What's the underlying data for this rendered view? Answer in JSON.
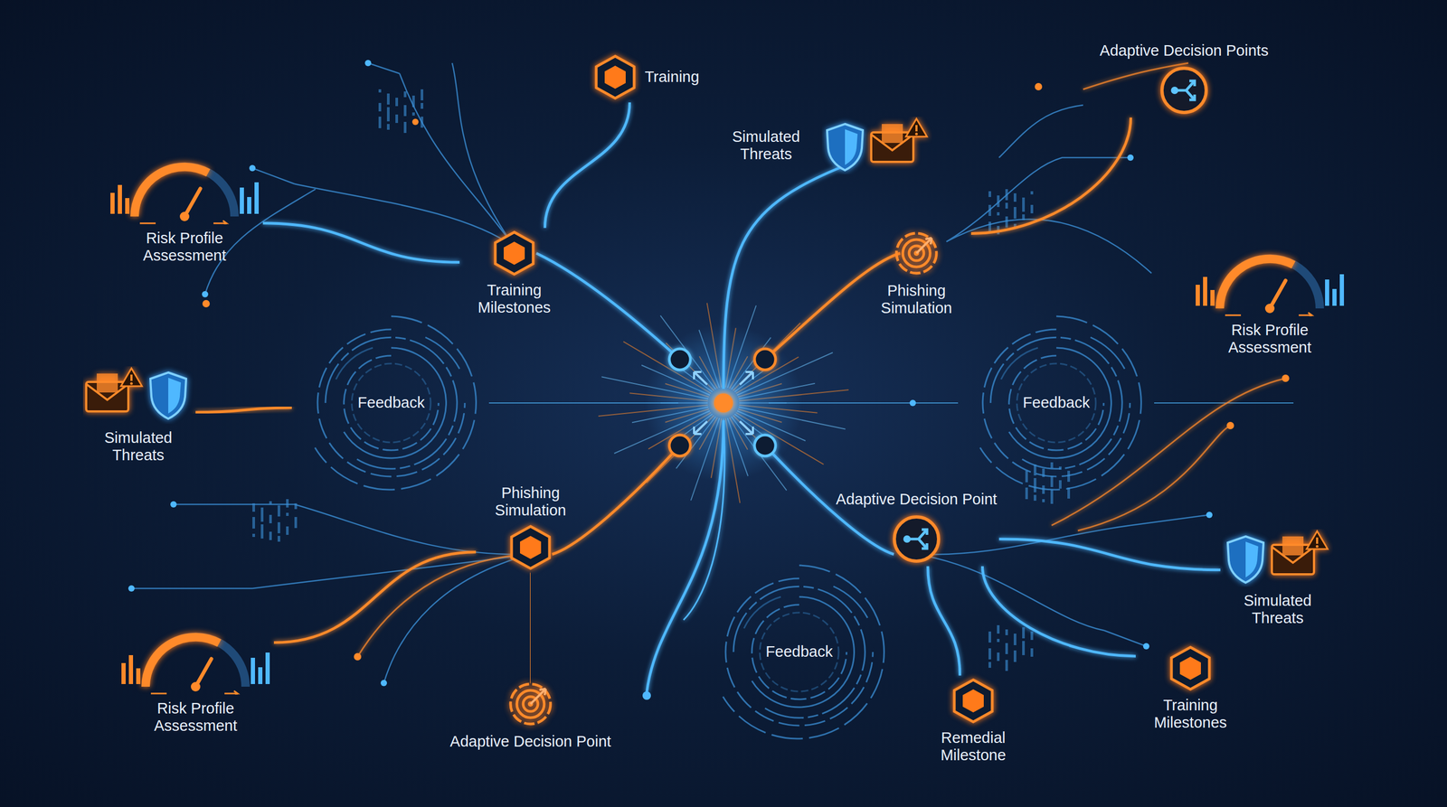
{
  "diagram": {
    "nodes": [
      {
        "text": [
          "Training"
        ]
      },
      {
        "text": [
          "Risk Profile Assessment"
        ]
      },
      {
        "text": [
          "Training Milestones"
        ]
      },
      {
        "text": [
          "Simulated Threats"
        ]
      },
      {
        "text": [
          "Adaptive Decision Points"
        ]
      },
      {
        "text": [
          "Phishing Simulation"
        ]
      },
      {
        "text": [
          "Risk Profile Assessment"
        ]
      },
      {
        "text": [
          "Feedback"
        ]
      },
      {
        "text": [
          "Feedback"
        ]
      },
      {
        "text": [
          "Simulated Threats"
        ]
      },
      {
        "text": [
          "Phishing Simulation"
        ]
      },
      {
        "text": [
          "Adaptive Decision Point"
        ]
      },
      {
        "text": [
          "Risk Profile Assessment"
        ]
      },
      {
        "text": [
          "Adaptive Decision Point"
        ]
      },
      {
        "text": [
          "Feedback"
        ]
      },
      {
        "text": [
          "Remedial Milestone"
        ]
      },
      {
        "text": [
          "Simulated Threats"
        ]
      },
      {
        "text": [
          "Training Milestones"
        ]
      }
    ],
    "edges": [
      {
        "from": 2,
        "to": 0,
        "arrow": "none"
      },
      {
        "from": 1,
        "to": 2,
        "arrow": "none"
      },
      {
        "from": 5,
        "to": 4,
        "arrow": "none"
      },
      {
        "from": 12,
        "to": 10,
        "arrow": "none"
      },
      {
        "from": 10,
        "to": 13,
        "arrow": "to"
      },
      {
        "from": 11,
        "to": 15,
        "arrow": "none"
      },
      {
        "from": 11,
        "to": 16,
        "arrow": "none"
      },
      {
        "from": 11,
        "to": 17,
        "arrow": "none"
      },
      {
        "from": 9,
        "to": 7,
        "arrow": "none"
      }
    ]
  }
}
